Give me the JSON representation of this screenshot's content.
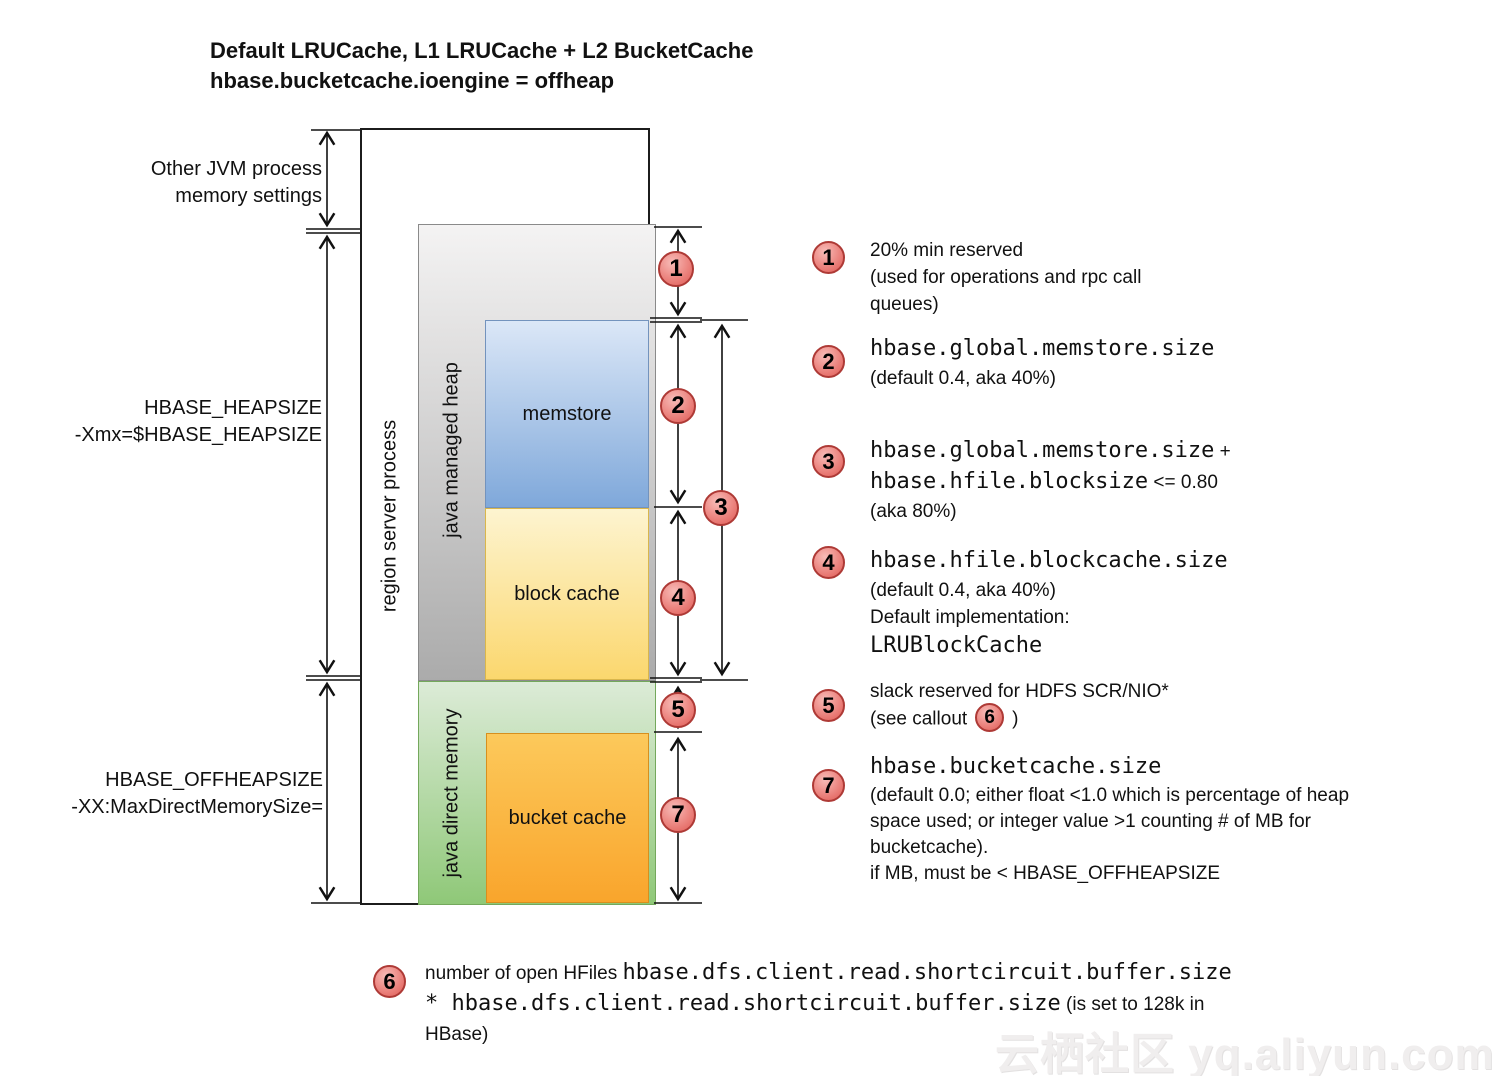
{
  "title": {
    "line1": "Default LRUCache, L1 LRUCache + L2 BucketCache",
    "line2": "hbase.bucketcache.ioengine = offheap"
  },
  "left_labels": {
    "other_jvm": {
      "line1": "Other JVM process",
      "line2": "memory settings"
    },
    "heapsize": {
      "line1": "HBASE_HEAPSIZE",
      "line2": "-Xmx=$HBASE_HEAPSIZE"
    },
    "offheapsize": {
      "line1": "HBASE_OFFHEAPSIZE",
      "line2": "-XX:MaxDirectMemorySize="
    }
  },
  "diagram": {
    "region_server_label": "region server process",
    "managed_heap_label": "java managed heap",
    "direct_memory_label": "java direct memory",
    "memstore_label": "memstore",
    "block_cache_label": "block cache",
    "bucket_cache_label": "bucket cache"
  },
  "markers": {
    "m1": "1",
    "m2": "2",
    "m3": "3",
    "m4": "4",
    "m5": "5",
    "m7": "7"
  },
  "callouts": {
    "c1": {
      "num": "1",
      "line1": "20% min reserved",
      "line2": "(used for operations and rpc call",
      "line3": "queues)"
    },
    "c2": {
      "num": "2",
      "code1": "hbase.global.memstore.size",
      "line2": " (default 0.4, aka 40%)"
    },
    "c3": {
      "num": "3",
      "code1": "hbase.global.memstore.size",
      "plus": " +",
      "code2": "hbase.hfile.blocksize",
      "cmp": " <= 0.80",
      "line3": "(aka 80%)"
    },
    "c4": {
      "num": "4",
      "code1": "hbase.hfile.blockcache.size",
      "line2": " (default 0.4, aka 40%)",
      "line3": "Default implementation:",
      "code2": "LRUBlockCache"
    },
    "c5": {
      "num": "5",
      "line1": "slack reserved for HDFS SCR/NIO*",
      "line2_pre": "(see callout",
      "badge": "6",
      "line2_post": ")"
    },
    "c7": {
      "num": "7",
      "code1": "hbase.bucketcache.size",
      "line2": "(default 0.0;  either float <1.0 which is percentage of heap",
      "line3": "space used; or integer value >1 counting # of MB for",
      "line4": "bucketcache).",
      "line5": "if MB, must be < HBASE_OFFHEAPSIZE"
    },
    "c6": {
      "num": "6",
      "line1_pre": "number of open HFiles ",
      "code1": "hbase.dfs.client.read.shortcircuit.buffer.size",
      "code2": "* hbase.dfs.client.read.shortcircuit.buffer.size",
      "line2_post": "  (is set to 128k in",
      "line3": "HBase)"
    }
  },
  "watermark": "云栖社区 yq.aliyun.com",
  "colors": {
    "callout_fill": "#ee8e89",
    "callout_border": "#ae3a36",
    "memstore_top": "#dbe7f7",
    "memstore_bottom": "#7fa8da",
    "block_cache_top": "#fdf4d0",
    "block_cache_bottom": "#fbd76e",
    "bucket_cache_top": "#fcc95b",
    "bucket_cache_bottom": "#f9a52c",
    "managed_heap_top": "#f4f3f3",
    "managed_heap_bottom": "#ababab",
    "direct_memory_top": "#dcebd7",
    "direct_memory_bottom": "#8fc878"
  }
}
